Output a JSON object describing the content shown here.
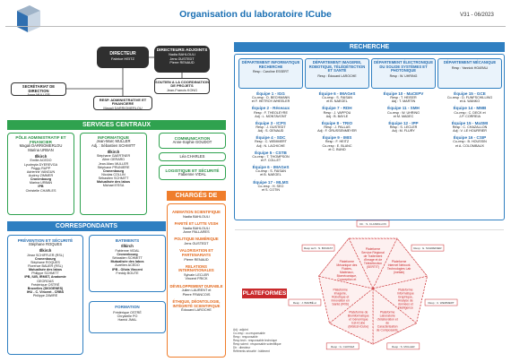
{
  "header": {
    "title": "Organisation du laboratoire ICube",
    "version": "V31 - 06/2023"
  },
  "direction": {
    "directeur": {
      "title": "DIRECTEUR",
      "name": "Fabrice HEITZ"
    },
    "adjoints": {
      "title": "DIRECTEURS ADJOINTS",
      "names": [
        "Nadia BAHLOULI",
        "Jens GUSTEDT",
        "Pierre RENAUD"
      ]
    },
    "secretariat": {
      "title": "SECRÉTARIAT DE DIRECTION",
      "name": "Anne MULLER"
    },
    "soutien": {
      "title": "SOUTIEN A LA COORDINATION DE PROJETS",
      "name": "Jean-Francis KONG"
    },
    "resp_admin": {
      "title": "RESP. ADMINISTRATIVE ET FINANCIERE",
      "name": "Magali DARRIOMERLOU"
    }
  },
  "services_centraux": {
    "title": "SERVICES CENTRAUX",
    "pole_admin": {
      "title": "PÔLE ADMINISTRATIF ET FINANCIER",
      "lead": [
        "Magali DARRIOMERLOU",
        "Marina URBAN"
      ],
      "site": "Illkirch",
      "members": [
        "Emilie ACEDO",
        "Lyudmyla DYEREVGA",
        "Peggy RUPP",
        "Adrienne VANGUN",
        "Audrey ZIMMER",
        "Cronenbourg",
        "Marina URBAN",
        "IPB",
        "Christelle CHARLES"
      ]
    },
    "informatique": {
      "title": "INFORMATIQUE",
      "lead": [
        "Jean-Marc MULLER",
        "Adj. : Sébastien SCHMITT"
      ],
      "site": "Illkirch",
      "members": [
        "Stéphane GAERTNER",
        "Aline GERARD",
        "Jean-Marc MULLER",
        "Stéphane PRUNIERE",
        "Cronenbourg",
        "Nicolas COLLIN",
        "Sébastien SCHMITT",
        "Mutualisée des labos",
        "Michael ESSA"
      ]
    },
    "communication": {
      "title": "COMMUNICATION",
      "name": "Anne-Sophie GOUDOT"
    },
    "cnrs": {
      "name": "Léa CHARLES"
    },
    "logistique": {
      "title": "LOGISTIQUE ET SÉCURITÉ",
      "name": "Fabienne VIDAL"
    }
  },
  "correspondants": {
    "title": "CORRESPONDANTS",
    "prevention": {
      "title": "PRÉVENTION ET SÉCURITÉ",
      "lead": "Stéphane ROQUES",
      "site": "Illkirch",
      "members": [
        "Jimar SCHIFFLER (RSL)",
        "Cronenbourg",
        "Stéphane ROQUES",
        "Florence BAUER (RSL)",
        "Mutualisée des labos",
        "Philippe SCHMITT",
        "IPB, IUB, IRMST, Anatomie",
        "GEOROAS",
        "Frédérique OSTRÉ",
        "Bruxelles (DIOGENES)",
        "IHU - C. Vincent - CRBS",
        "Philippe ZAWRE"
      ]
    },
    "batiments": {
      "title": "BATIMENTS",
      "site": "Illkirch",
      "members": [
        "Fabienne VIDAL",
        "Cronenbourg",
        "Sébastien SCHMITT",
        "Mutualisée des labos",
        "Aurélien ACEDO",
        "IPB - Olivia Vincent",
        "Freddy BOUTE"
      ]
    },
    "formation": {
      "title": "FORMATION",
      "members": [
        "Frédérique OSTRÉ",
        "Chrystelle PO",
        "Hamid JMAL"
      ]
    }
  },
  "charges_mission": {
    "title": "CHARGÉS DE MISSION",
    "items": [
      {
        "title": "ANIMATION SCIENTIFIQUE",
        "names": [
          "Nadia BAHLOULI"
        ]
      },
      {
        "title": "PARITÉ ET LUTTE VSSH",
        "names": [
          "Nadia BAHLOULI",
          "Anne PALLARES"
        ]
      },
      {
        "title": "POLITIQUE NUMÉRIQUE",
        "names": [
          "Jens GUSTEDT"
        ]
      },
      {
        "title": "VALORISATION ET PARTENARIATS",
        "names": [
          "Pierre RENAUD"
        ]
      },
      {
        "title": "RELATIONS INTERNATIONALES",
        "names": [
          "Sylvain LECLER",
          "Vincent FRICK"
        ]
      },
      {
        "title": "DÉVELOPPEMENT DURABLE",
        "names": [
          "Julien LAURENT et",
          "Pierre FRANCOIS"
        ]
      },
      {
        "title": "ÉTHIQUE, DÉONTOLOGIE, INTÉGRITÉ SCIENTIFIQUE",
        "names": [
          "Édouard LAROCHE"
        ]
      }
    ]
  },
  "recherche": {
    "title": "RECHERCHE",
    "departments": [
      {
        "title": "DÉPARTEMENT INFORMATIQUE RECHERCHE",
        "resp": "Resp : Caroline ESSERT",
        "teams": [
          [
            "Équipe 1 - IGG",
            "Co-resp : D. BECHMANN",
            "et F. HETROY-WHEELER"
          ],
          [
            "Équipe 2 - Réseaux",
            "Resp : F. THEOLEYRE",
            "Adj : L. MONTAVONT"
          ],
          [
            "Équipe 3 - ICPS",
            "Resp : J. GUSTEDT",
            "Adj : S. GENAUD"
          ],
          [
            "Équipe 4 - SDC",
            "Resp : C. WEMMERT",
            "Adj : N. LACHICHE"
          ],
          [
            "Équipe 5 - CSTB",
            "Co-resp : T. THOMPSON",
            "et F. COLLET"
          ],
          [
            "Équipe 6 - IMAGeS",
            "Co-resp : S. FAISAN",
            "et B. NAEGEL"
          ],
          [
            "Équipe 17 - MLMS",
            "Co-resp : H. SEO",
            "et S. COTIN"
          ]
        ]
      },
      {
        "title": "DÉPARTEMENT IMAGERIE, ROBOTIQUE, TÉLÉDÉTECTION ET SANTÉ",
        "resp": "Resp : Édouard LAROCHE",
        "teams": [
          [
            "Équipe 6 - IMAGeS",
            "Co-resp : S. FAISAN",
            "et B. NAEGEL"
          ],
          [
            "Équipe 7 - RDH",
            "Resp : J. VAPPOU",
            "Adj : B. BAYLE"
          ],
          [
            "Équipe 8 - TRIO",
            "Resp : J. PALLAS",
            "Adj : F. GRUSSENMEYER"
          ],
          [
            "Équipe 9 - IMIS",
            "Resp : F. HEITZ",
            "Co-resp : E. BLANC",
            "et C. BUND"
          ]
        ]
      },
      {
        "title": "DÉPARTEMENT ÉLECTRONIQUE DU SOLIDE SYSTÈMES ET PHOTONIQUE",
        "resp": "Resp : W. UHRING",
        "teams": [
          [
            "Équipe 10 - MaCEPV",
            "Resp : T. HEISER",
            "Adj : T. MARTIN"
          ],
          [
            "Équipe 11 - SMH",
            "Co-resp : W. UHRING",
            "et M. MADEC"
          ],
          [
            "Équipe 12 - IPP",
            "Resp : S. LECLER",
            "Adj : M. FLURY"
          ]
        ]
      },
      {
        "title": "DÉPARTEMENT MÉCANIQUE",
        "resp": "Resp : Yannick HOARAU",
        "teams": [
          [
            "Équipe 15 - GCE",
            "Co-resp : D. FUNFSCHILLING",
            "et A. WANKO"
          ],
          [
            "Équipe 14 - MMB",
            "Co-resp : C. DECK et",
            "J-P. CORREIA"
          ],
          [
            "Équipe 15 - MaSMI",
            "Resp : C. CHAZALLON",
            "Adj : V. LE HOURRIER"
          ],
          [
            "Équipe 16 - CSIP",
            "Co-resp : B. HOUSSIN",
            "et A. COLOMBAUX"
          ]
        ]
      }
    ]
  },
  "plateformes": {
    "title": "PLATEFORMES",
    "items": [
      {
        "name": "Plateforme Service Régional de Traitement d'Image et de Télédétection (SERTIT)",
        "resp": "Dir. : S. CLANDILLON"
      },
      {
        "name": "Plateforme Internet Network Technologies Lab (inetlab)",
        "resp": "Resp : G. SCHREINER"
      },
      {
        "name": "Plateforme Informatique Graphique, Analyse de données et Intelligence Artificielle (GAIA)",
        "resp": "Resp : C. WEMMERT"
      },
      {
        "name": "Plateforme Laboratoire d'élaboration et de Caractérisation de Composants, Cellules Photovoltaïques et Systèmes (C3 FIX)",
        "resp": "Resp : S. MULLER"
      },
      {
        "name": "Plateforme de Bioinformatique et Génomique Est-iCube (BiGEst-iCube)",
        "resp": "Resp : G. CHOVEZ"
      },
      {
        "name": "Plateforme Imagerie, Robotique et Innovation en Santé (IRIS)",
        "resp": "Resp : J. BARBÉ et"
      },
      {
        "name": "Plateforme Mécanique des Fluides, Matériaux, Biomécanique, Conception et Simulation (MechaNISE)",
        "resp": "Resp tech : N. BOURAT"
      }
    ]
  },
  "legend": {
    "lines": [
      "Adj : adjoint",
      "Co-resp : co-responsable",
      "Resp : responsable",
      "Resp tech : responsable technique",
      "Resp scient : responsable scientifique",
      "Dir : directeur",
      "Référents sécurité : bâtiment"
    ]
  },
  "colors": {
    "green": "#2fa24f",
    "blue": "#2f7fc1",
    "orange": "#ef7d2b",
    "red": "#c9292c",
    "dark": "#2f2f2f"
  }
}
